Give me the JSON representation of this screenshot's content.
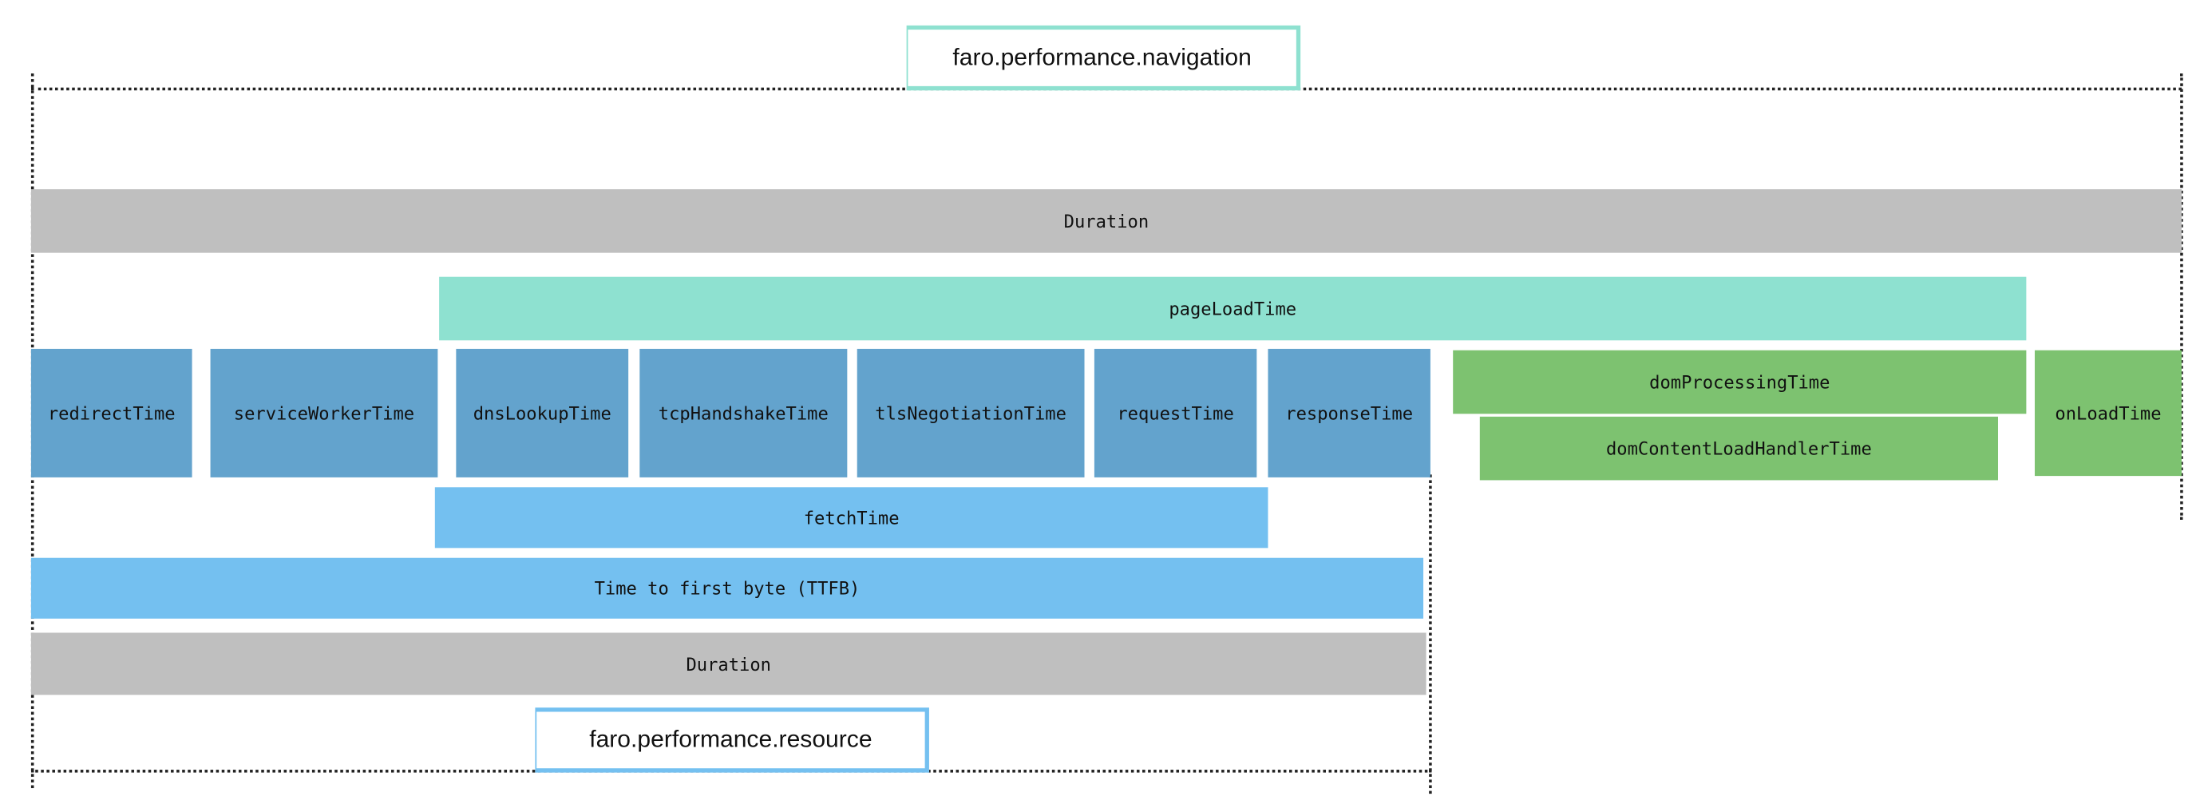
{
  "navigation": {
    "title": "faro.performance.navigation",
    "duration_label": "Duration",
    "page_load_time_label": "pageLoadTime",
    "dom_processing_time_label": "domProcessingTime",
    "dom_content_load_handler_time_label": "domContentLoadHandlerTime",
    "on_load_time_label": "onLoadTime"
  },
  "phases": {
    "redirect_time": "redirectTime",
    "service_worker_time": "serviceWorkerTime",
    "dns_lookup_time": "dnsLookupTime",
    "tcp_handshake_time": "tcpHandshakeTime",
    "tls_negotiation_time": "tlsNegotiationTime",
    "request_time": "requestTime",
    "response_time": "responseTime"
  },
  "resource": {
    "title": "faro.performance.resource",
    "fetch_time_label": "fetchTime",
    "ttfb_label": "Time to first byte (TTFB)",
    "duration_label": "Duration"
  },
  "colors": {
    "duration": "#bfbfbf",
    "page_load": "#8ee1d0",
    "network_phase": "#63a3cd",
    "fetch": "#74c0f0",
    "dom": "#7dc270"
  }
}
